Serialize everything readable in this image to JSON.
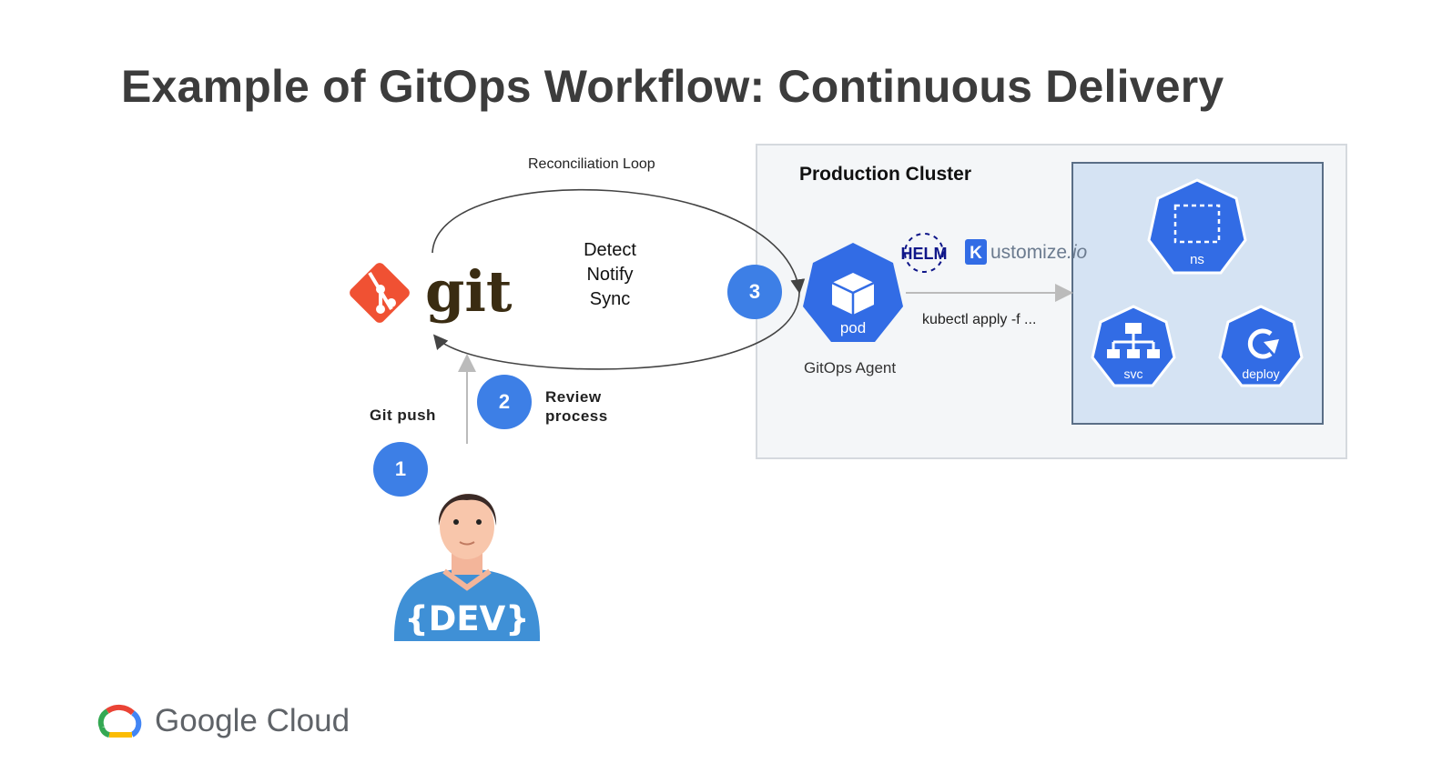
{
  "title": "Example of GitOps Workflow: Continuous Delivery",
  "loop": {
    "label": "Reconciliation Loop",
    "steps": [
      "Detect",
      "Notify",
      "Sync"
    ]
  },
  "git": {
    "logo_text": "git",
    "icon": "git-logo-icon"
  },
  "steps": {
    "push": {
      "number": "1",
      "label": "Git push"
    },
    "review": {
      "number": "2",
      "label_lines": [
        "Review",
        "process"
      ]
    },
    "sync": {
      "number": "3"
    }
  },
  "developer": {
    "shirt_text": "{DEV}",
    "icon": "developer-avatar-icon"
  },
  "cluster": {
    "title": "Production Cluster",
    "agent": {
      "icon_text": "pod",
      "label": "GitOps Agent"
    },
    "tools": {
      "helm": "HELM",
      "kustomize_main": "ustomize",
      "kustomize_io": ".io"
    },
    "command": "kubectl apply -f ...",
    "resources": [
      "ns",
      "svc",
      "deploy"
    ]
  },
  "brand": {
    "text": "Google Cloud",
    "icon": "google-cloud-logo-icon"
  },
  "colors": {
    "badge": "#3d7fe6",
    "k8s_blue": "#326ce5",
    "git_orange": "#f05133",
    "cluster_bg": "#f4f6f8",
    "resources_bg": "#d5e3f3"
  }
}
